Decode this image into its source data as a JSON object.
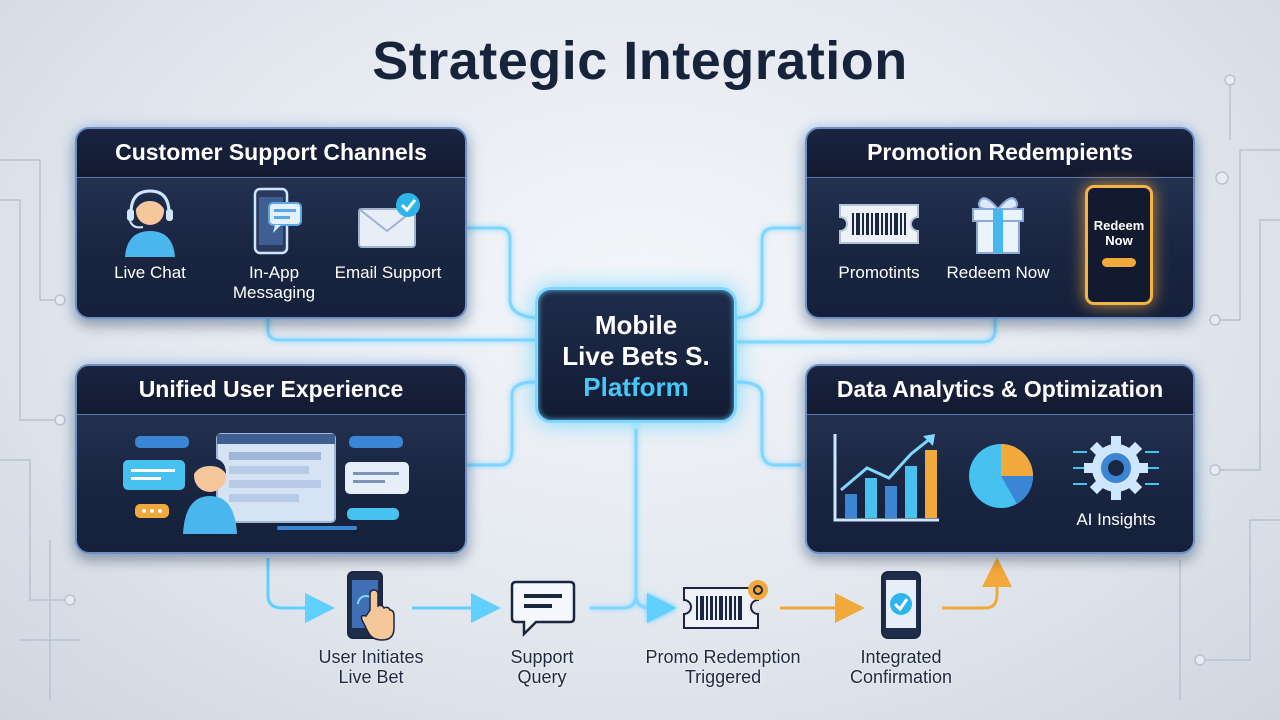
{
  "title": "Strategic Integration",
  "center": {
    "line1": "Mobile",
    "line2": "Live Bets S.",
    "line3": "Platform"
  },
  "panels": {
    "support": {
      "header": "Customer Support Channels",
      "items": [
        {
          "label": "Live Chat",
          "icon": "headset-agent-icon"
        },
        {
          "label": "In-App",
          "label2": "Messaging",
          "icon": "phone-message-icon"
        },
        {
          "label": "Email Support",
          "icon": "envelope-check-icon"
        }
      ]
    },
    "promotion": {
      "header": "Promotion Redempients",
      "items": [
        {
          "label": "Promotints",
          "icon": "barcode-ticket-icon"
        },
        {
          "label": "Redeem Now",
          "icon": "gift-box-icon"
        }
      ],
      "phone_text_1": "Redeem",
      "phone_text_2": "Now"
    },
    "unified": {
      "header": "Unified User Experience",
      "icon": "user-screen-chat-icon"
    },
    "analytics": {
      "header": "Data Analytics & Optimization",
      "items": [
        {
          "label": "",
          "icon": "bar-growth-chart-icon"
        },
        {
          "label": "",
          "icon": "pie-chart-icon"
        },
        {
          "label": "AI Insights",
          "icon": "ai-gear-icon"
        }
      ]
    }
  },
  "flow": [
    {
      "line1": "User Initiates",
      "line2": "Live Bet",
      "icon": "phone-tap-icon"
    },
    {
      "line1": "Support",
      "line2": "Query",
      "icon": "speech-bubble-icon"
    },
    {
      "line1": "Promo Redemption",
      "line2": "Triggered",
      "icon": "promo-ticket-icon"
    },
    {
      "line1": "Integrated",
      "line2": "Confirmation",
      "icon": "phone-check-icon"
    }
  ],
  "colors": {
    "glow": "#7fd6ff",
    "accent": "#47c7f5",
    "orange": "#f2a93b",
    "panel_dark": "#1a2642",
    "title": "#17233a"
  }
}
